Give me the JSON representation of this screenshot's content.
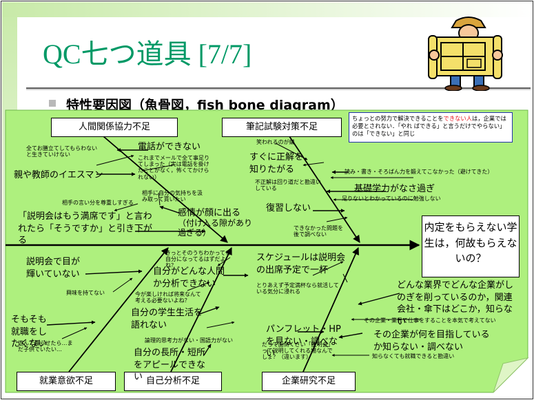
{
  "slide": {
    "title_main": "QC七つ道具",
    "title_page": "[7/7]",
    "subtitle": "特性要因図（魚骨図，fish bone diagram）"
  },
  "note": {
    "part1": "ちょっとの努力で解決できることを",
    "highlight": "できない人",
    "part2": "は，企業では必要とされない．「やれ ばできる」と言うだけでやらない」のは「できない」と同じ"
  },
  "effect_label": "内定をもらえない学生は，何故もらえないの？",
  "categories": {
    "human": "人間関係協力不足",
    "exam": "筆記試験対策不足",
    "motivation": "就業意欲不足",
    "self": "自己分析不足",
    "research": "企業研究不足"
  },
  "causes": {
    "c1": "全てお膳立てしてもらわないと生きていけない",
    "c2": "電話ができない",
    "c3": "これまでメールで全て事足りてしまった（実は電話を掛けたことがなく，怖くてかけられない）",
    "c4": "親や教師のイエスマン",
    "c5": "相手に自分の気持ちを汲み取って貰いたい",
    "c6": "相手の言い分を尊重しすぎる",
    "c7": "感情が顔に出る",
    "c8": "（付け入る隙があり過ぎる）",
    "c9": "「説明会はもう満席です」と言われたら「そうですか」と引き下がる",
    "e1": "笑われるのが嫌",
    "e2": "すぐに正解を知りたがる",
    "e3": "読み・書き・そろばん力を鍛えてこなかった（避けてきた）",
    "e4": "基礎学力がなさ過ぎ",
    "e5": "不正解は回り道だと勘違いしている",
    "e6": "足りないとわかっているのに勉強しない",
    "e7": "復習しない",
    "e8": "できなかった問題を後で調べない",
    "m1": "説明会で目が輝いていない",
    "m2": "興味を持てない",
    "m3": "そもそも就職をしたくない",
    "m4": "遊んで暮らせたら…まだ子供でいたい…",
    "s1": "きっとそのうちわかってる自分になってるはずだよね？",
    "s2": "自分がどんな人間か分析できない",
    "s3": "今が楽しければ将来なんて考える必要ないよね？",
    "s4": "自分の学生生活を語れない",
    "s5": "論理的思考力がない・国語力がない",
    "s6": "自分の長所・短所をアピールできない",
    "r1": "スケジュールは説明会の出席予定で一杯",
    "r2": "とりあえず予定満杯なら就活している気分に浸れる",
    "r3": "どんな業界でどんな企業がしのぎを削っているのか，関連会社・傘下はどこか，知らない",
    "r4": "その企業・業界で仕事をすることを本気で考えてない",
    "r5": "パンフレット・HPを見ない・調べない",
    "r6": "その企業が何を目指しているか知らない・調べない",
    "r7": "だって面倒くさい「説明会」って説明してくれる場なんでしょ？（違います）",
    "r8": "知らなくても就職できると勘違い"
  },
  "colors": {
    "slide_bg": "#ffffff",
    "title_green": "#009966",
    "diagram_bg": "#aef07e",
    "highlight_red": "#e8141e",
    "note_border": "#2233aa"
  },
  "icons": {
    "clipart": "person-holding-blueprint-icon"
  }
}
